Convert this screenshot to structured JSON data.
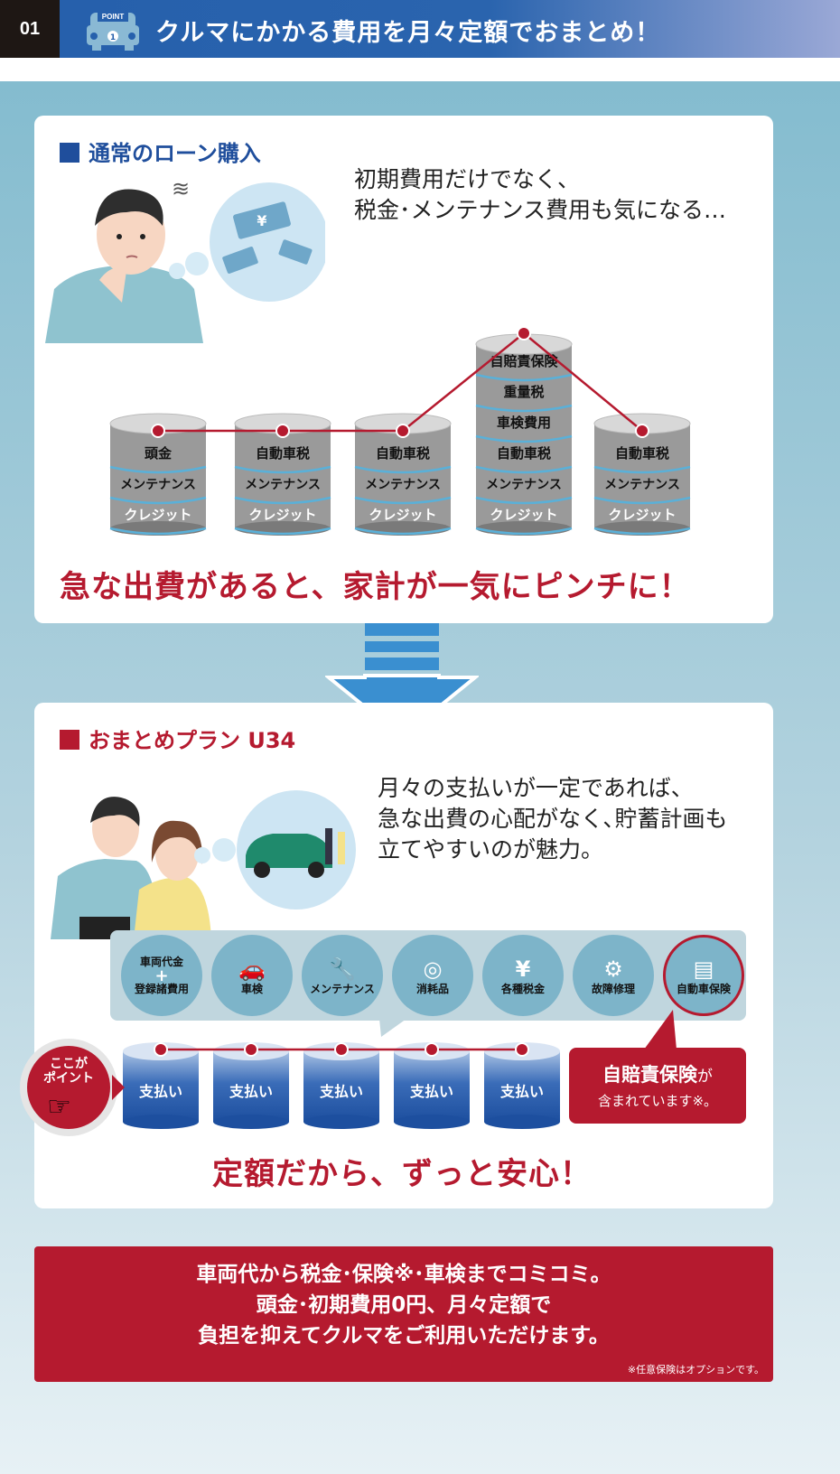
{
  "header": {
    "number": "01",
    "badge": "POINT",
    "badge_num": "1",
    "title": "クルマにかかる費用を月々定額でおまとめ！"
  },
  "loan": {
    "heading": "通常のローン購入",
    "text": [
      "初期費用だけでなく、",
      "税金･メンテナンス費用も気になる…"
    ],
    "stacks": [
      [
        "頭金",
        "メンテナンス",
        "クレジット"
      ],
      [
        "自動車税",
        "メンテナンス",
        "クレジット"
      ],
      [
        "自動車税",
        "メンテナンス",
        "クレジット"
      ],
      [
        "自賠責保険",
        "重量税",
        "車検費用",
        "自動車税",
        "メンテナンス",
        "クレジット"
      ],
      [
        "自動車税",
        "メンテナンス",
        "クレジット"
      ]
    ],
    "warning": "急な出費があると、家計が一気にピンチに！",
    "yen": "¥"
  },
  "plan": {
    "heading": "おまとめプラン U34",
    "text": [
      "月々の支払いが一定であれば、",
      "急な出費の心配がなく､貯蓄計画も",
      "立てやすいのが魅力。"
    ],
    "icons": [
      {
        "label": "車両代金",
        "label2": "登録諸費用",
        "plus": "+",
        "icon": "none"
      },
      {
        "label": "車検",
        "icon": "car-search-icon"
      },
      {
        "label": "メンテナンス",
        "icon": "wrench-icon"
      },
      {
        "label": "消耗品",
        "icon": "tire-icon"
      },
      {
        "label": "各種税金",
        "icon": "money-icon"
      },
      {
        "label": "故障修理",
        "icon": "gears-icon"
      },
      {
        "label": "自動車保険",
        "icon": "document-icon"
      }
    ],
    "payments": [
      "支払い",
      "支払い",
      "支払い",
      "支払い",
      "支払い"
    ],
    "point_badge": [
      "ここが",
      "ポイント"
    ],
    "callout": {
      "strong": "自賠責保険",
      "tail": "が",
      "line2": "含まれています※。"
    },
    "slogan": "定額だから、ずっと安心！"
  },
  "footer": {
    "lines": [
      "車両代から税金･保険※･車検までコミコミ。",
      "頭金･初期費用0円、月々定額で",
      "負担を抑えてクルマをご利用いただけます。"
    ],
    "note": "※任意保険はオプションです。"
  },
  "colors": {
    "blue": "#2660ac",
    "red": "#b51a2f",
    "panel": "#c0d6de"
  }
}
